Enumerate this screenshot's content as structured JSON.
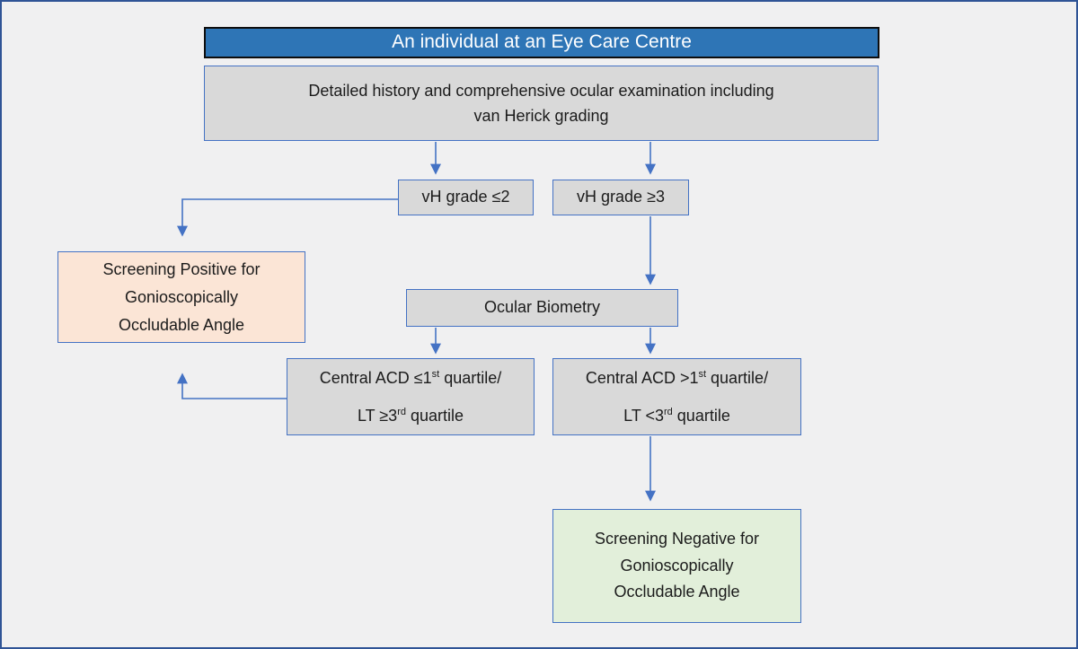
{
  "flowchart": {
    "title": "An individual at an Eye Care Centre",
    "nodes": {
      "entry": {
        "text": "An individual at an Eye Care Centre"
      },
      "history_exam": {
        "line1": "Detailed history and comprehensive ocular examination including",
        "line2": "van Herick grading"
      },
      "vh_low": {
        "text": "vH grade ≤2"
      },
      "vh_high": {
        "text": "vH grade ≥3"
      },
      "screening_positive": {
        "line1": "Screening Positive for",
        "line2": "Gonioscopically",
        "line3": "Occludable Angle"
      },
      "ocular_biometry": {
        "text": "Ocular Biometry"
      },
      "acd_low": {
        "line1_pre": "Central ACD ≤1",
        "line1_sup": "st",
        "line1_post": " quartile/",
        "line2_pre": "LT ≥3",
        "line2_sup": "rd",
        "line2_post": " quartile"
      },
      "acd_high": {
        "line1_pre": "Central ACD >1",
        "line1_sup": "st",
        "line1_post": " quartile/",
        "line2_pre": "LT <3",
        "line2_sup": "rd",
        "line2_post": " quartile"
      },
      "screening_negative": {
        "line1": "Screening Negative for",
        "line2": "Gonioscopically",
        "line3": "Occludable Angle"
      }
    },
    "edges": [
      {
        "from": "entry",
        "to": "history_exam"
      },
      {
        "from": "history_exam",
        "to": "vh_low"
      },
      {
        "from": "history_exam",
        "to": "vh_high"
      },
      {
        "from": "vh_low",
        "to": "screening_positive"
      },
      {
        "from": "vh_high",
        "to": "ocular_biometry"
      },
      {
        "from": "ocular_biometry",
        "to": "acd_low"
      },
      {
        "from": "ocular_biometry",
        "to": "acd_high"
      },
      {
        "from": "acd_low",
        "to": "screening_positive"
      },
      {
        "from": "acd_high",
        "to": "screening_negative"
      }
    ],
    "colors": {
      "canvas_background": "#F0F0F1",
      "canvas_border": "#2F5496",
      "header_fill": "#2E75B6",
      "header_border": "#0D0D0D",
      "header_text": "#FFFFFF",
      "process_fill": "#D9D9D9",
      "box_border": "#4472C4",
      "positive_fill": "#FBE5D6",
      "negative_fill": "#E2EFDA",
      "connector": "#4472C4",
      "text": "#1B1B1B"
    }
  }
}
